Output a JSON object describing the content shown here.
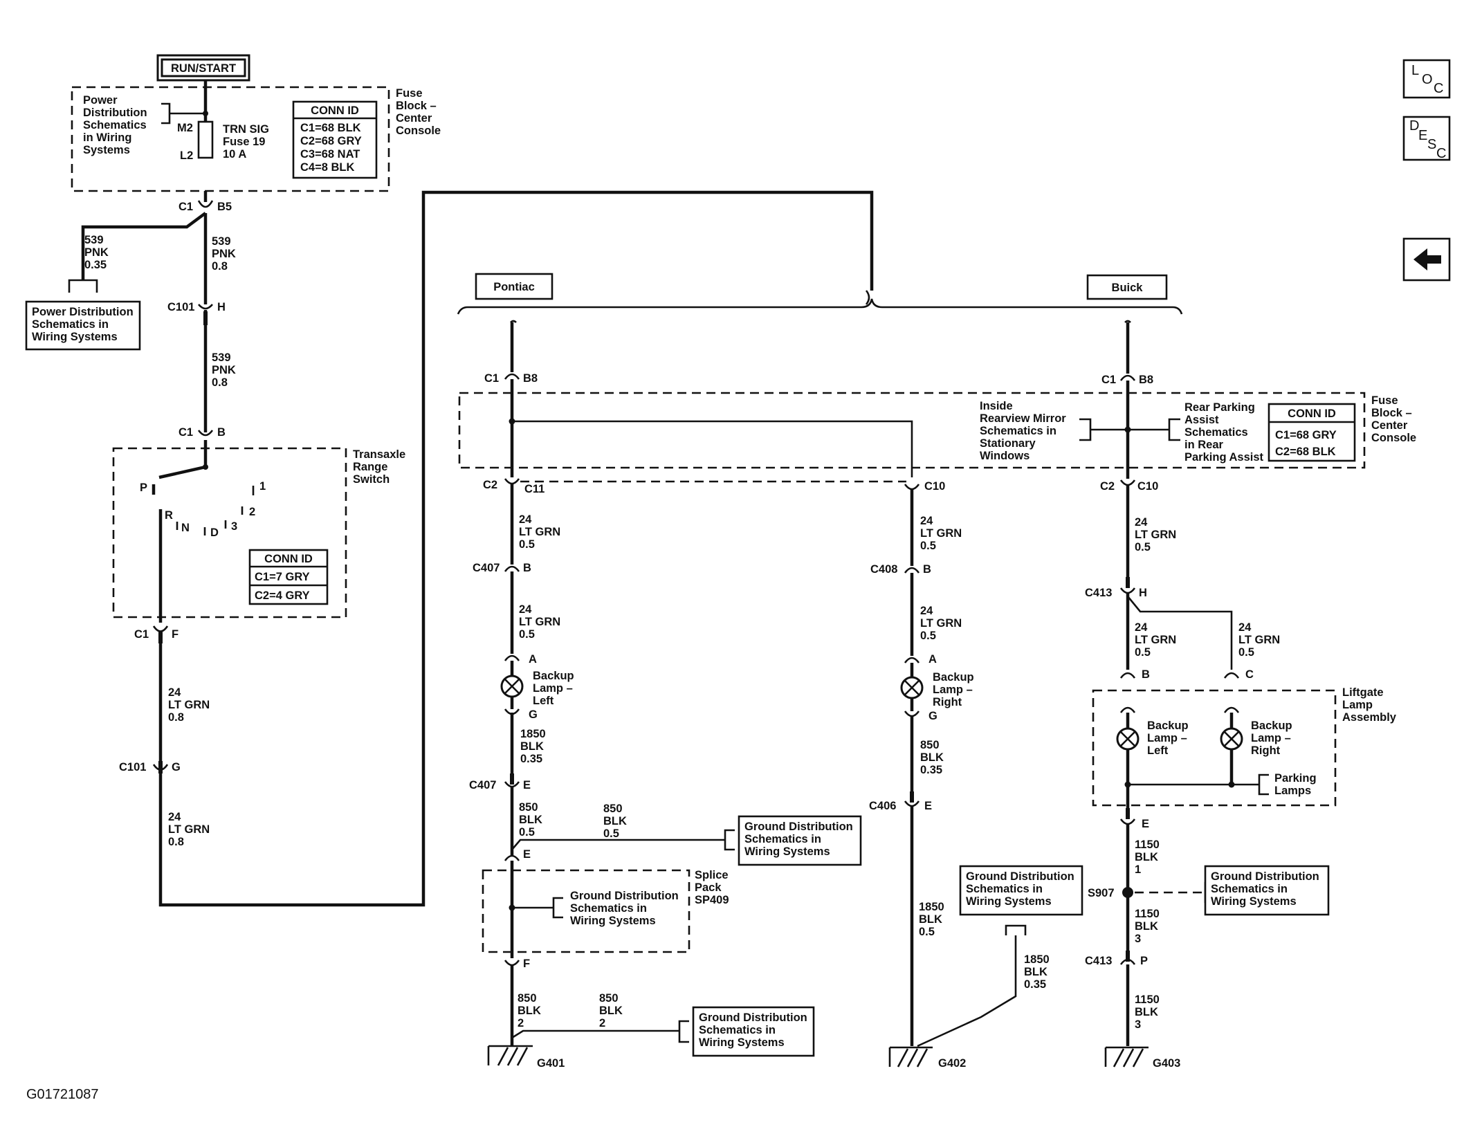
{
  "diagram_id": "G01721087",
  "nav": {
    "loc": [
      "L",
      "O",
      "C"
    ],
    "desc": [
      "D",
      "E",
      "S",
      "C"
    ]
  },
  "power": {
    "run_start": "RUN/START",
    "pd_ref": [
      "Power",
      "Distribution",
      "Schematics",
      "in Wiring",
      "Systems"
    ],
    "m2": "M2",
    "l2": "L2",
    "fuse": [
      "TRN SIG",
      "Fuse 19",
      "10 A"
    ],
    "fuse_block": [
      "Fuse",
      "Block –",
      "Center",
      "Console"
    ],
    "conn_title": "CONN ID",
    "conn_rows": [
      "C1=68 BLK",
      "C2=68 GRY",
      "C3=68 NAT",
      "C4=8 BLK"
    ],
    "c1": "C1",
    "b5": "B5"
  },
  "left": {
    "branch_wire": [
      "539",
      "PNK",
      "0.35"
    ],
    "pd_box": [
      "Power Distribution",
      "Schematics in",
      "Wiring  Systems"
    ],
    "wire1": [
      "539",
      "PNK",
      "0.8"
    ],
    "c101": "C101",
    "h": "H",
    "wire2": [
      "539",
      "PNK",
      "0.8"
    ],
    "c1b": "C1",
    "b": "B",
    "trs": [
      "Transaxle",
      "Range",
      "Switch"
    ],
    "p": "P",
    "r": "R",
    "n": "N",
    "d": "D",
    "g3": "3",
    "g2": "2",
    "g1": "1",
    "conn_title": "CONN ID",
    "conn_rows": [
      "C1=7 GRY",
      "C2=4 GRY"
    ],
    "c1f": "C1",
    "f": "F",
    "wire3": [
      "24",
      "LT GRN",
      "0.8"
    ],
    "c101g": "C101",
    "g": "G",
    "wire4": [
      "24",
      "LT GRN",
      "0.8"
    ]
  },
  "pontiac": {
    "label": "Pontiac",
    "c1": "C1",
    "b8": "B8",
    "c2": "C2",
    "c11": "C11",
    "wire1": [
      "24",
      "LT GRN",
      "0.5"
    ],
    "c407": "C407",
    "b": "B",
    "wire2": [
      "24",
      "LT GRN",
      "0.5"
    ],
    "a": "A",
    "lamp": [
      "Backup",
      "Lamp –",
      "Left"
    ],
    "g": "G",
    "wire3": [
      "1850",
      "BLK",
      "0.35"
    ],
    "c407e": "C407",
    "e": "E",
    "wire4": [
      "850",
      "BLK",
      "0.5"
    ],
    "wire5": [
      "850",
      "BLK",
      "0.5"
    ],
    "gnd_ref1": [
      "Ground Distribution",
      "Schematics in",
      "Wiring Systems"
    ],
    "e2": "E",
    "splice": [
      "Splice",
      "Pack",
      "SP409"
    ],
    "gnd_ref2": [
      "Ground Distribution",
      "Schematics in",
      "Wiring Systems"
    ],
    "f": "F",
    "wire6": [
      "850",
      "BLK",
      "2"
    ],
    "wire7": [
      "850",
      "BLK",
      "2"
    ],
    "gnd_ref3": [
      "Ground Distribution",
      "Schematics in",
      "Wiring Systems"
    ],
    "g401": "G401",
    "c10": "C10",
    "wire8": [
      "24",
      "LT GRN",
      "0.5"
    ],
    "c408": "C408",
    "b2": "B",
    "wire9": [
      "24",
      "LT GRN",
      "0.5"
    ],
    "a2": "A",
    "lamp2": [
      "Backup",
      "Lamp –",
      "Right"
    ],
    "g2": "G",
    "wire10": [
      "850",
      "BLK",
      "0.35"
    ],
    "c406": "C406",
    "e3": "E",
    "wire11": [
      "1850",
      "BLK",
      "0.5"
    ],
    "gnd_ref4": [
      "Ground Distribution",
      "Schematics in",
      "Wiring Systems"
    ],
    "wire12": [
      "1850",
      "BLK",
      "0.35"
    ],
    "g402": "G402"
  },
  "mid": {
    "mirror": [
      "Inside",
      "Rearview Mirror",
      "Schematics in",
      "Stationary",
      "Windows"
    ],
    "park": [
      "Rear Parking",
      "Assist",
      "Schematics",
      "in Rear",
      "Parking Assist"
    ],
    "conn_title": "CONN ID",
    "conn_rows": [
      "C1=68 GRY",
      "C2=68 BLK"
    ],
    "fuse_block": [
      "Fuse",
      "Block –",
      "Center",
      "Console"
    ]
  },
  "buick": {
    "label": "Buick",
    "c1": "C1",
    "b8": "B8",
    "c2": "C2",
    "c10": "C10",
    "wire1": [
      "24",
      "LT GRN",
      "0.5"
    ],
    "c413": "C413",
    "h": "H",
    "wire2": [
      "24",
      "LT GRN",
      "0.5"
    ],
    "wire3": [
      "24",
      "LT GRN",
      "0.5"
    ],
    "b": "B",
    "c": "C",
    "liftgate": [
      "Liftgate",
      "Lamp",
      "Assembly"
    ],
    "lamp_l": [
      "Backup",
      "Lamp –",
      "Left"
    ],
    "lamp_r": [
      "Backup",
      "Lamp –",
      "Right"
    ],
    "parking": [
      "Parking",
      "Lamps"
    ],
    "e": "E",
    "wire4": [
      "1150",
      "BLK",
      "1"
    ],
    "s907": "S907",
    "gnd_ref": [
      "Ground Distribution",
      "Schematics in",
      "Wiring Systems"
    ],
    "wire5": [
      "1150",
      "BLK",
      "3"
    ],
    "c413p": "C413",
    "p": "P",
    "wire6": [
      "1150",
      "BLK",
      "3"
    ],
    "g403": "G403"
  }
}
